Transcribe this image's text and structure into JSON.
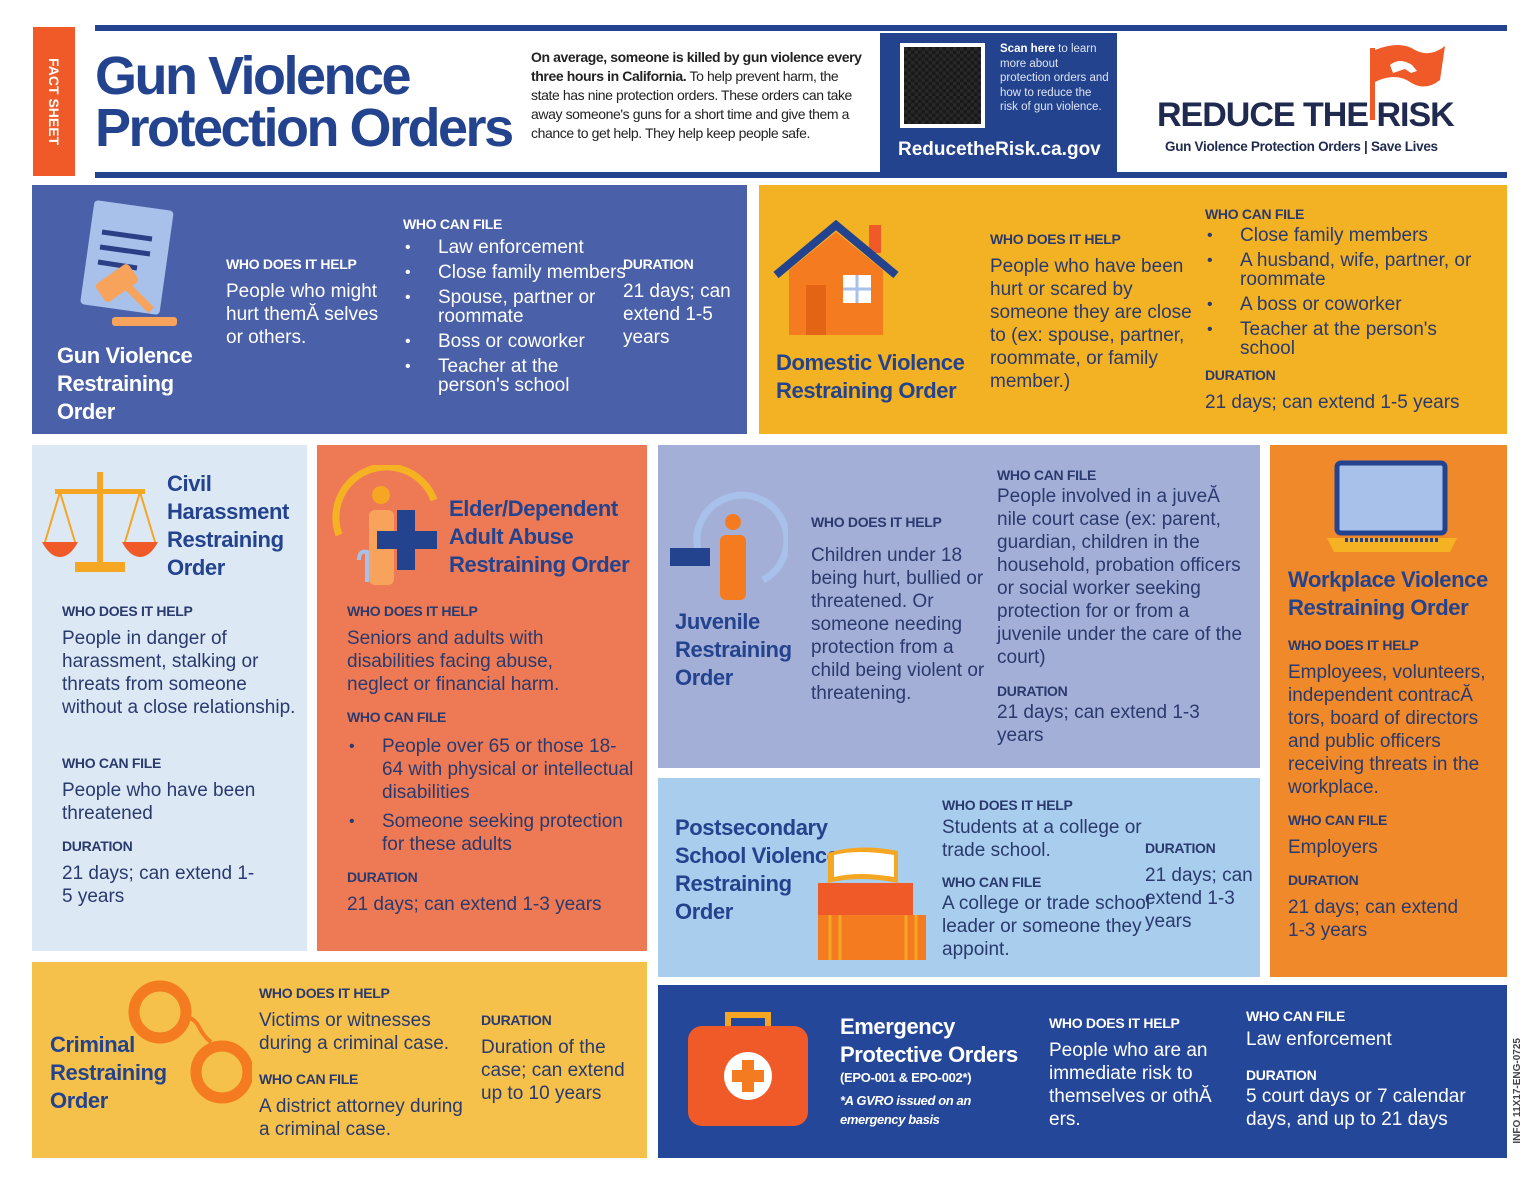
{
  "header": {
    "fact_sheet": "FACT SHEET",
    "title_line1": "Gun Violence",
    "title_line2": "Protection Orders",
    "intro_bold": "On average, someone is killed by gun violence every three hours in California.",
    "intro_rest": " To help prevent harm, the state has nine protection orders. These orders can take away someone's guns for a short time and give them a chance to get help. They help keep people safe.",
    "scan_bold": "Scan here",
    "scan_rest": " to learn more about protection orders and how to reduce the risk of gun violence.",
    "url": "ReducetheRisk.ca.gov",
    "logo_text": "REDUCE THE RISK",
    "logo_sub1": "Gun Violence Protection Orders",
    "logo_sub2": "Save Lives"
  },
  "labels": {
    "who_help": "WHO DOES IT HELP",
    "who_file": "WHO CAN FILE",
    "duration": "DURATION"
  },
  "gvro": {
    "title": "Gun Violence Restraining Order",
    "help": "People who might hurt themĂ selves or others.",
    "file": [
      "Law enforcement",
      "Close family members",
      "Spouse, partner or roommate",
      "Boss or coworker",
      "Teacher at the person's school"
    ],
    "duration": "21 days; can extend 1-5 years"
  },
  "dvro": {
    "title": "Domestic Violence Restraining Order",
    "help": "People who have been hurt or scared by someone they are close to (ex: spouse, partner, roommate, or family member.)",
    "file": [
      "Close family members",
      "A husband, wife, partner, or roommate",
      "A boss or coworker",
      "Teacher at the person's school"
    ],
    "duration": "21 days; can extend 1-5 years"
  },
  "civil": {
    "title": "Civil Harassment Restraining Order",
    "help": "People in danger of harassment, stalking or threats from someone without a close relationship.",
    "file": "People who have been threatened",
    "duration": "21 days; can extend 1-5 years"
  },
  "elder": {
    "title": "Elder/Dependent Adult Abuse Restraining Order",
    "help": "Seniors and adults with disabilities facing abuse, neglect or financial harm.",
    "file": [
      "People over 65 or those 18-64 with physical or intellectual disabilities",
      "Someone seeking protection for these adults"
    ],
    "duration": "21 days; can extend 1-3 years"
  },
  "juvenile": {
    "title": "Juvenile Restraining Order",
    "help": "Children under 18 being hurt, bullied or threatened. Or someone needing protection from a child being violent or threatening.",
    "file": "People involved in a juveĂ nile court case (ex: parent, guardian, children in the household, probation officers or social worker seeking protection for or from a juvenile under the care of the court)",
    "duration": "21 days; can extend 1-3 years"
  },
  "workplace": {
    "title": "Workplace Violence Restraining Order",
    "help": "Employees, volunteers, independent contracĂ tors, board of directors and public officers receiving threats in the workplace.",
    "file": "Employers",
    "duration": "21 days; can extend 1-3 years"
  },
  "postsecondary": {
    "title": "Postsecondary School Violence Restraining Order",
    "help": "Students at a college or trade school.",
    "file": "A college or trade school leader or someone they appoint.",
    "duration": "21 days; can extend 1-3 years"
  },
  "criminal": {
    "title": "Criminal Restraining Order",
    "help": "Victims or witnesses during a criminal case.",
    "file": "A district attorney during a criminal case.",
    "duration": "Duration of the case; can extend up to 10 years"
  },
  "epo": {
    "title": "Emergency Protective Orders",
    "codes": "(EPO-001 & EPO-002*)",
    "note": "*A GVRO issued on an emergency basis",
    "help": "People who are an immediate risk to themselves or othĂ ers.",
    "file": "Law enforcement",
    "duration": "5 court days or 7 calendar days, and up to 21 days"
  },
  "footer_code": "INFO 11X17-ENG-0725",
  "colors": {
    "navy": "#23438f",
    "blue": "#4a60a8",
    "yellow": "#f3b223",
    "orange": "#ee7a55",
    "lavender": "#a3afd6"
  }
}
